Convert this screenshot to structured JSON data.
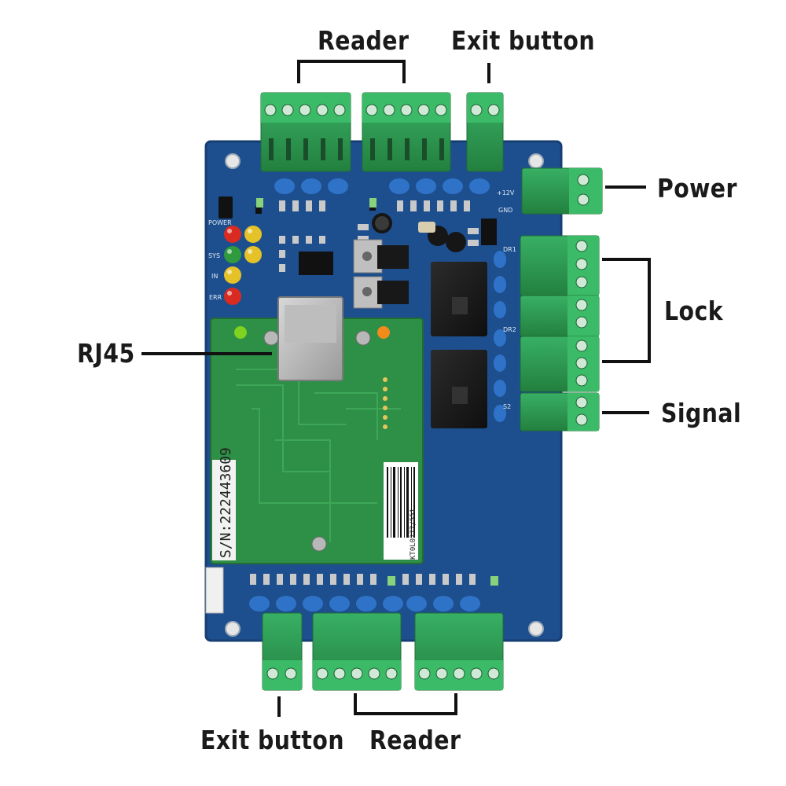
{
  "labels": {
    "reader_top": "Reader",
    "exit_button_top": "Exit button",
    "power": "Power",
    "lock": "Lock",
    "rj45": "RJ45",
    "signal": "Signal",
    "exit_button_bottom": "Exit button",
    "reader_bottom": "Reader"
  },
  "silkscreen": {
    "serial": "S/N:222443609",
    "barcode_text": "KT0L0277/551",
    "v12": "+12V",
    "gnd": "GND",
    "power_led": "POWER",
    "sys": "SYS",
    "in": "IN",
    "err": "ERR",
    "dr1": "DR1",
    "dr2": "DR2",
    "s2": "S2"
  },
  "colors": {
    "board_blue": "#1d4f8f",
    "module_green": "#2e8f46",
    "terminal_green": "#2c9a52",
    "capacitor_blue": "#2f73c8"
  }
}
